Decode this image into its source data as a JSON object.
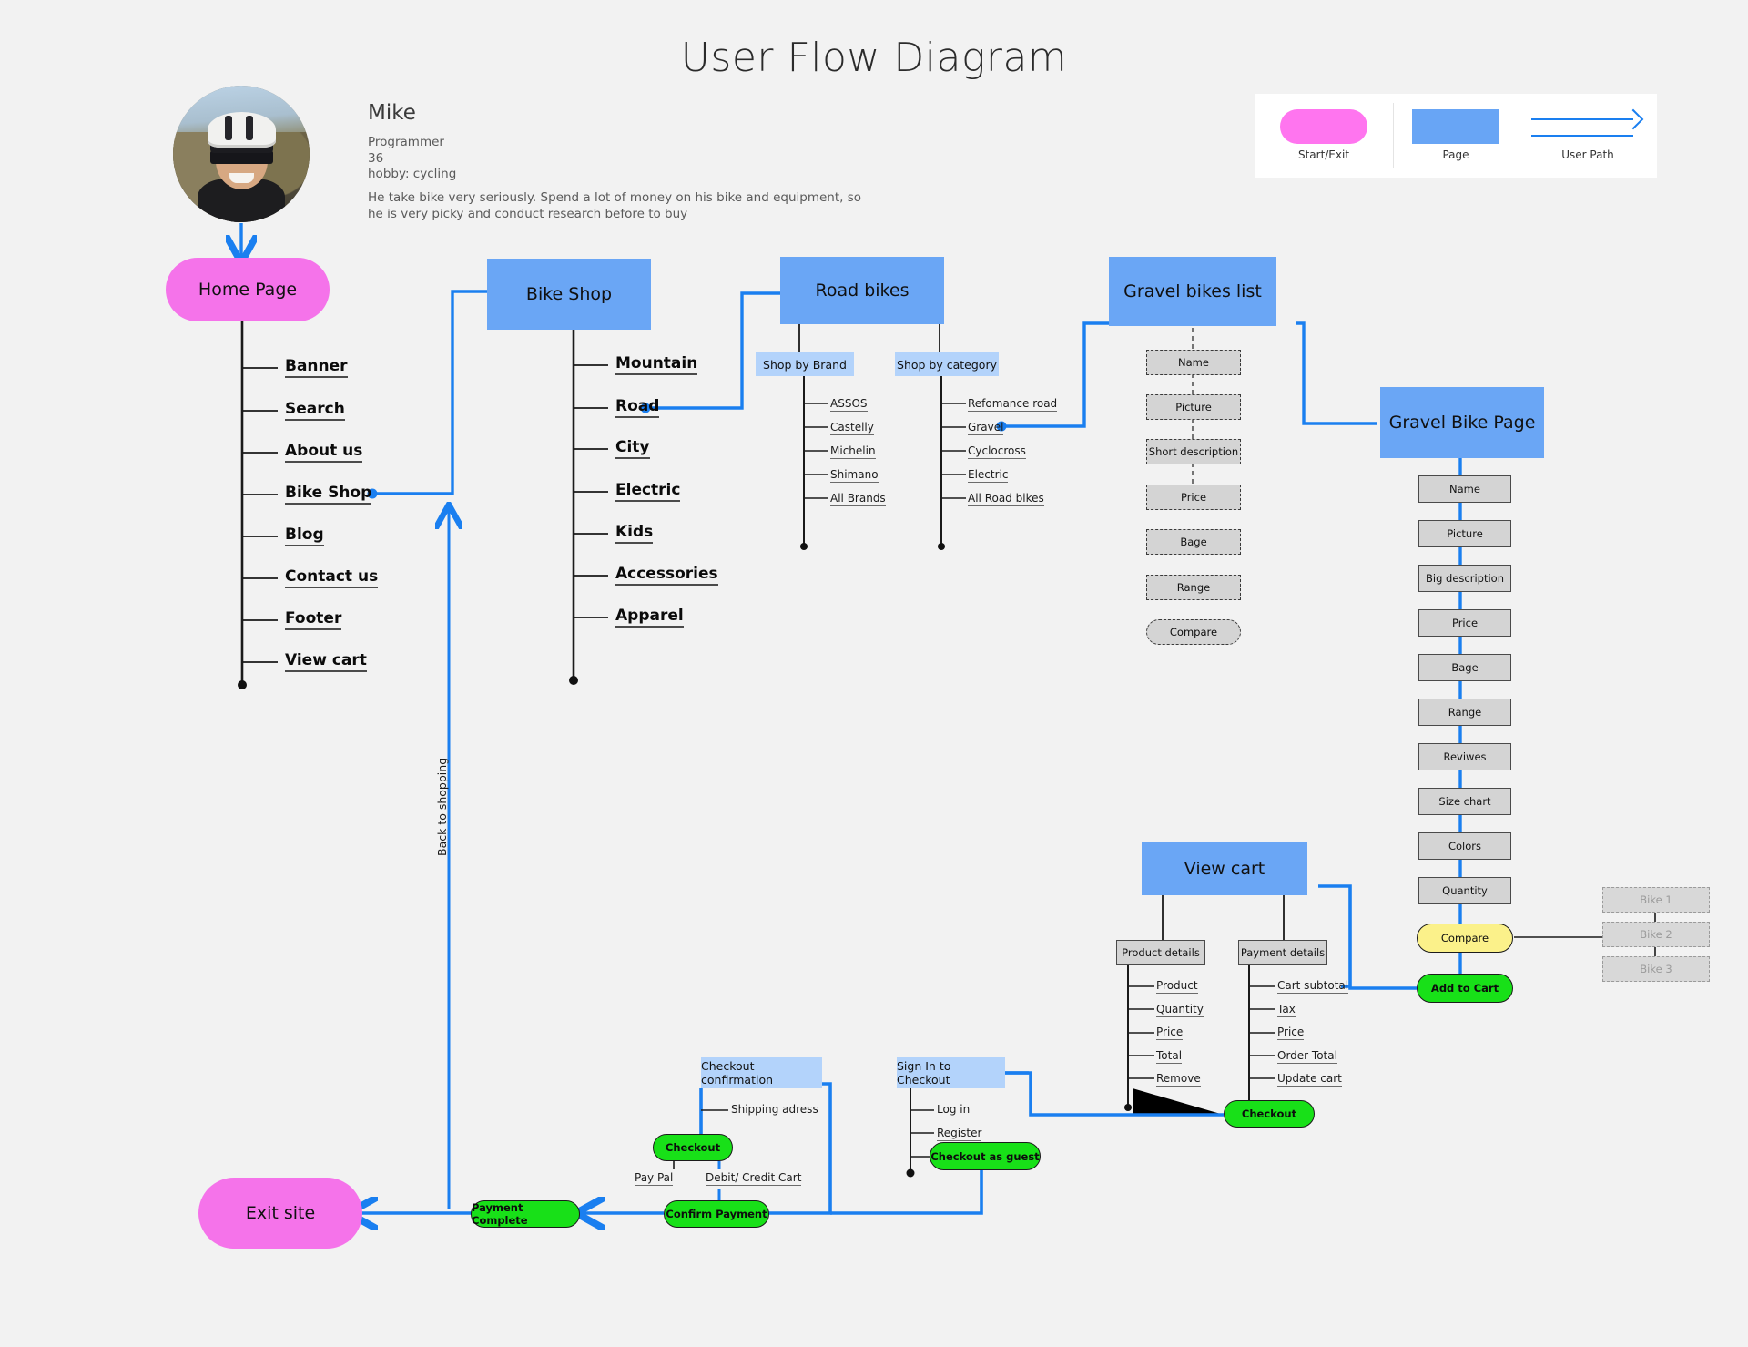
{
  "title": "User Flow Diagram",
  "persona": {
    "name": "Mike",
    "role": "Programmer",
    "age": "36",
    "hobby": "hobby: cycling",
    "description": "He take bike very seriously. Spend a lot of money on his bike and equipment, so he is very picky and conduct research before to buy"
  },
  "legend": {
    "start_exit": "Start/Exit",
    "page": "Page",
    "user_path": "User  Path",
    "colors": {
      "start_exit": "#ff75ef",
      "page": "#68a5f5",
      "path": "#1a7ff0"
    }
  },
  "nodes": {
    "home_page": "Home Page",
    "exit_site": "Exit site",
    "bike_shop": "Bike Shop",
    "road_bikes": "Road bikes",
    "gravel_bikes_list": "Gravel bikes  list",
    "gravel_bike_page": "Gravel Bike Page",
    "view_cart": "View cart",
    "shop_by_brand": "Shop by Brand",
    "shop_by_category": "Shop by category",
    "checkout_confirmation": "Checkout confirmation",
    "sign_in_to_checkout": "Sign In to Checkout",
    "product_details": "Product details",
    "payment_details": "Payment details"
  },
  "home_page_items": [
    "Banner",
    "Search",
    "About us",
    "Bike Shop",
    "Blog",
    "Contact us",
    "Footer",
    "View cart"
  ],
  "bike_shop_items": [
    "Mountain",
    "Road",
    "City",
    "Electric",
    "Kids",
    "Accessories",
    "Apparel"
  ],
  "brand_items": [
    "ASSOS",
    "Castelly",
    "Michelin",
    "Shimano",
    "All Brands"
  ],
  "category_items": [
    "Refomance road",
    "Gravel",
    "Cyclocross",
    "Electric",
    "All Road bikes"
  ],
  "gravel_list_items": [
    "Name",
    "Picture",
    "Short description",
    "Price",
    "Bage",
    "Range"
  ],
  "gravel_list_compare": "Compare",
  "gravel_page_items": [
    "Name",
    "Picture",
    "Big description",
    "Price",
    "Bage",
    "Range",
    "Reviwes",
    "Size chart",
    "Colors",
    "Quantity"
  ],
  "gravel_page_compare": "Compare",
  "gravel_page_add_to_cart": "Add to Cart",
  "compare_bikes": [
    "Bike 1",
    "Bike 2",
    "Bike 3"
  ],
  "product_details_items": [
    "Product",
    "Quantity",
    "Price",
    "Total",
    "Remove"
  ],
  "payment_details_items": [
    "Cart  subtotal",
    "Tax",
    "Price",
    "Order Total",
    "Update cart"
  ],
  "cart_checkout_button": "Checkout",
  "signin_items": [
    "Log in",
    "Register"
  ],
  "signin_guest_button": "Checkout as guest",
  "confirmation_items": [
    "Shipping adress"
  ],
  "confirmation_checkout_button": "Checkout",
  "payment_methods": [
    "Pay Pal",
    "Debit/ Credit Cart"
  ],
  "confirm_payment_button": "Confirm Payment",
  "payment_complete_button": "Payment Complete",
  "back_to_shopping": "Back to shopping"
}
